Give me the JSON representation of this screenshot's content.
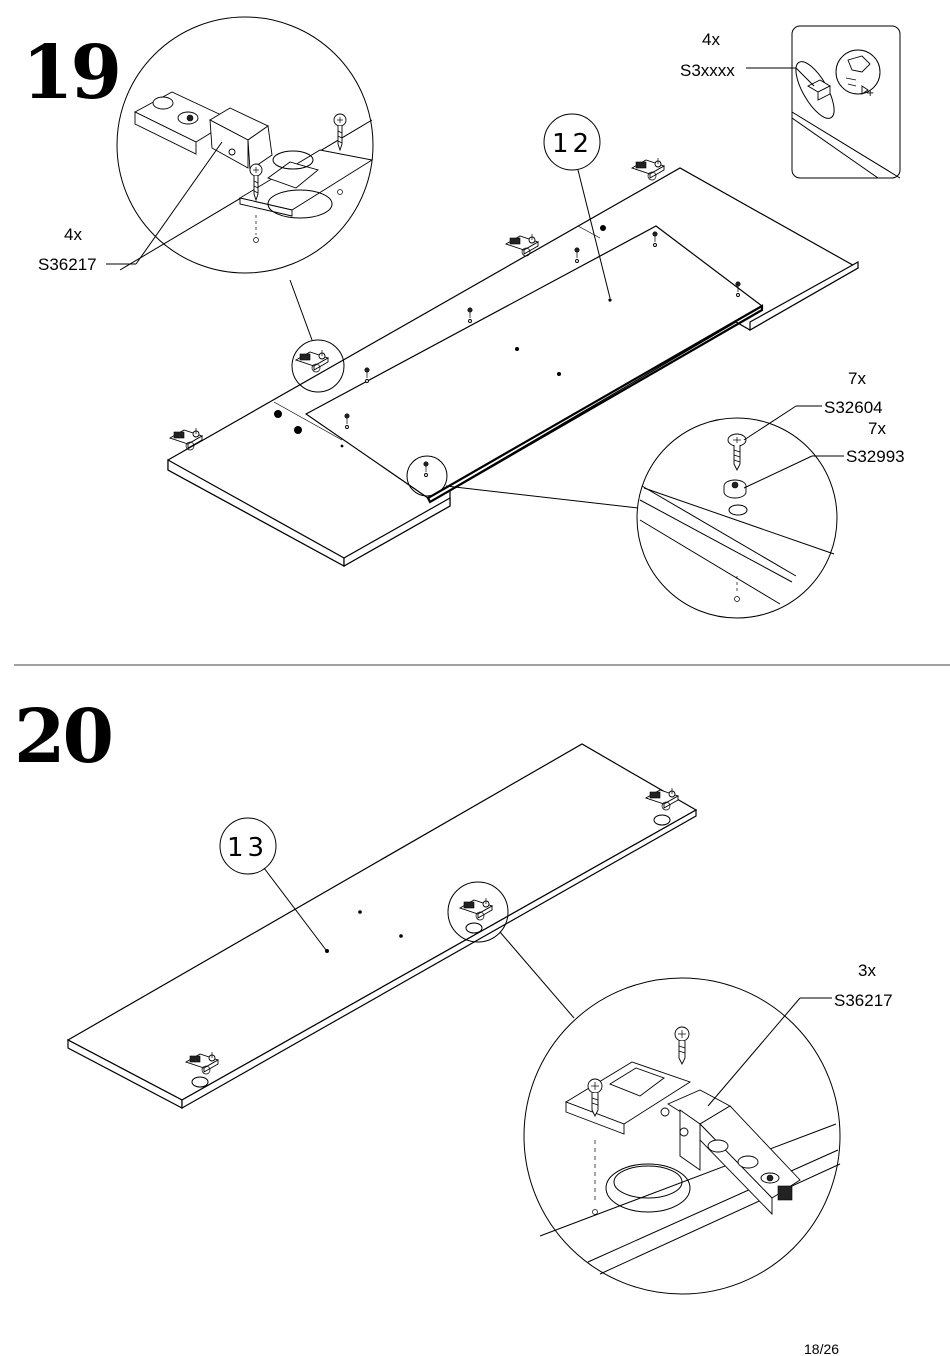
{
  "steps": [
    {
      "number": "19",
      "part_number": "12",
      "callouts": [
        {
          "qty": "4x",
          "code": "S3xxxx"
        },
        {
          "qty": "4x",
          "code": "S36217"
        },
        {
          "qty": "7x",
          "code": "S32604"
        },
        {
          "qty": "7x",
          "code": "S32993"
        }
      ]
    },
    {
      "number": "20",
      "part_number": "13",
      "callouts": [
        {
          "qty": "3x",
          "code": "S36217"
        }
      ]
    }
  ],
  "footer": {
    "page": "18/26"
  }
}
